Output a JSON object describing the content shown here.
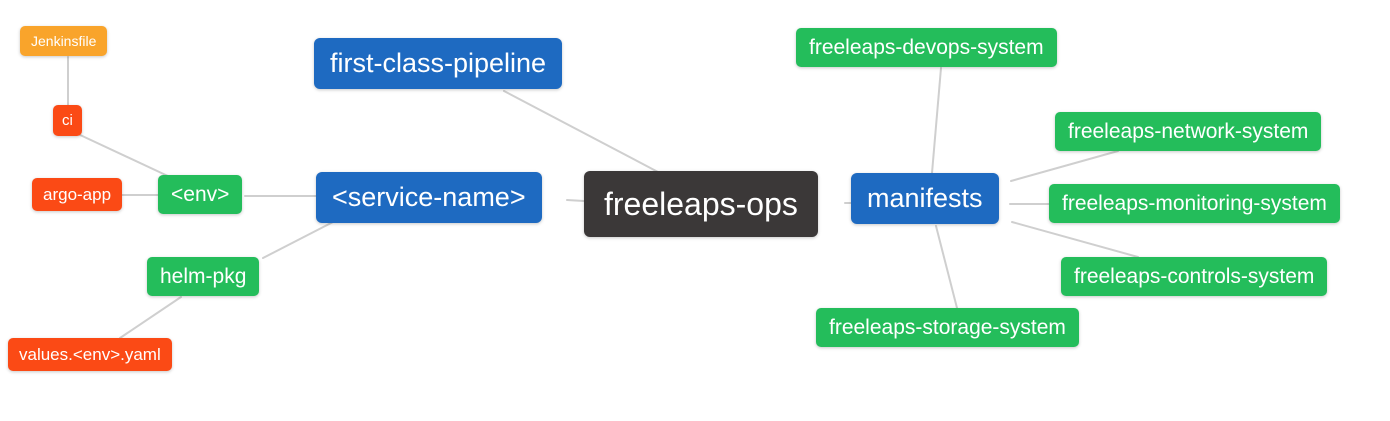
{
  "mindmap": {
    "root": {
      "label": "freeleaps-ops"
    },
    "nodes": {
      "jenkinsfile": {
        "label": "Jenkinsfile"
      },
      "ci": {
        "label": "ci"
      },
      "argo_app": {
        "label": "argo-app"
      },
      "env": {
        "label": "<env>"
      },
      "helm_pkg": {
        "label": "helm-pkg"
      },
      "values_env_yaml": {
        "label": "values.<env>.yaml"
      },
      "first_class_pipeline": {
        "label": "first-class-pipeline"
      },
      "service_name": {
        "label": "<service-name>"
      },
      "manifests": {
        "label": "manifests"
      },
      "devops_system": {
        "label": "freeleaps-devops-system"
      },
      "network_system": {
        "label": "freeleaps-network-system"
      },
      "monitoring_system": {
        "label": "freeleaps-monitoring-system"
      },
      "controls_system": {
        "label": "freeleaps-controls-system"
      },
      "storage_system": {
        "label": "freeleaps-storage-system"
      }
    },
    "edges": [
      {
        "from": "Jenkinsfile",
        "to": "ci"
      },
      {
        "from": "ci",
        "to": "<env>"
      },
      {
        "from": "argo-app",
        "to": "<env>"
      },
      {
        "from": "<env>",
        "to": "<service-name>"
      },
      {
        "from": "helm-pkg",
        "to": "<service-name>"
      },
      {
        "from": "values.<env>.yaml",
        "to": "helm-pkg"
      },
      {
        "from": "first-class-pipeline",
        "to": "freeleaps-ops"
      },
      {
        "from": "<service-name>",
        "to": "freeleaps-ops"
      },
      {
        "from": "freeleaps-ops",
        "to": "manifests"
      },
      {
        "from": "manifests",
        "to": "freeleaps-devops-system"
      },
      {
        "from": "manifests",
        "to": "freeleaps-network-system"
      },
      {
        "from": "manifests",
        "to": "freeleaps-monitoring-system"
      },
      {
        "from": "manifests",
        "to": "freeleaps-controls-system"
      },
      {
        "from": "manifests",
        "to": "freeleaps-storage-system"
      }
    ],
    "colors": {
      "root_bg": "#3b3838",
      "branch_bg": "#1e6ac1",
      "topic_bg": "#24bd5b",
      "file_bg": "#fb4a15",
      "jenkinsfile_bg": "#f9a42b",
      "edge": "#cfcfcf",
      "text": "#ffffff"
    }
  }
}
